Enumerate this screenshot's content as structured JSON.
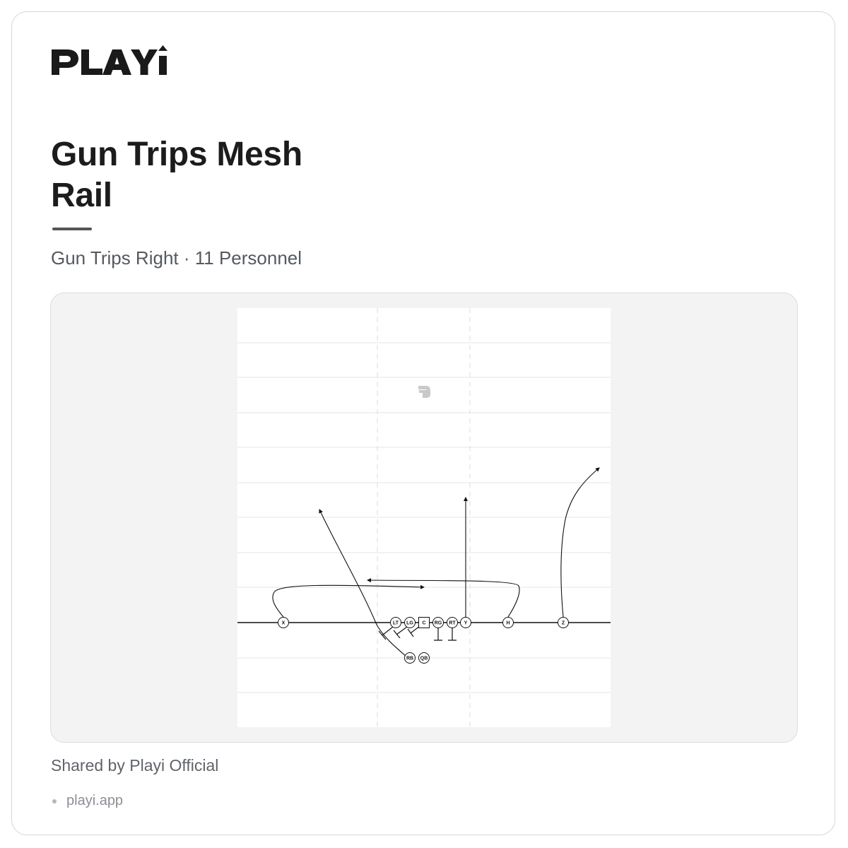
{
  "brand": {
    "logo_text": "PLAYi"
  },
  "play": {
    "title": "Gun Trips Mesh Rail",
    "subtitle": "Gun Trips Right · 11 Personnel"
  },
  "players": [
    {
      "id": "x",
      "label": "X",
      "shape": "circle"
    },
    {
      "id": "lt",
      "label": "LT",
      "shape": "circle"
    },
    {
      "id": "lg",
      "label": "LG",
      "shape": "circle"
    },
    {
      "id": "c",
      "label": "C",
      "shape": "square"
    },
    {
      "id": "rg",
      "label": "RG",
      "shape": "circle"
    },
    {
      "id": "rt",
      "label": "RT",
      "shape": "circle"
    },
    {
      "id": "y",
      "label": "Y",
      "shape": "circle"
    },
    {
      "id": "h",
      "label": "H",
      "shape": "circle"
    },
    {
      "id": "z",
      "label": "Z",
      "shape": "circle"
    },
    {
      "id": "rb",
      "label": "RB",
      "shape": "circle"
    },
    {
      "id": "qb",
      "label": "QB",
      "shape": "circle"
    }
  ],
  "footer": {
    "shared_by": "Shared by Playi Official",
    "site": "playi.app"
  },
  "colors": {
    "text": "#1c1c1c",
    "muted": "#555a60",
    "panel": "#f3f3f3",
    "line": "#111111"
  }
}
